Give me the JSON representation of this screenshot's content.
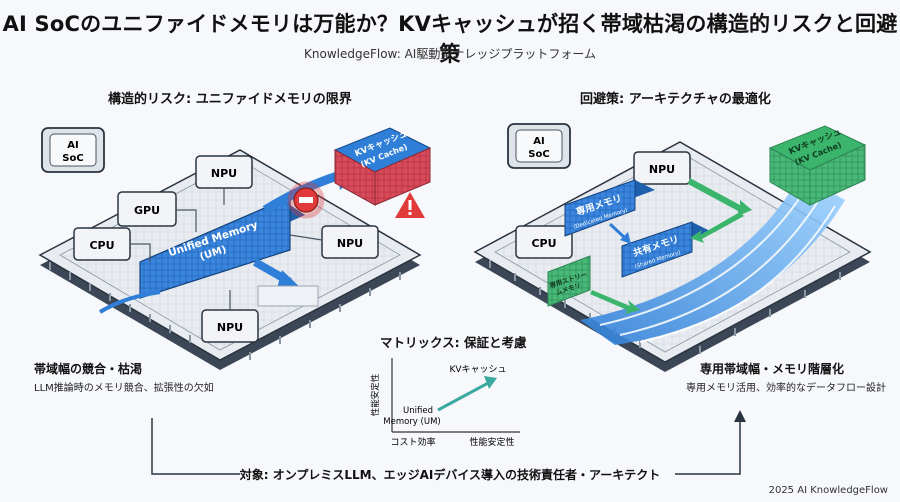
{
  "title": "AI SoCのユニファイドメモリは万能か？KVキャッシュが招く帯域枯渇の構造的リスクと回避策",
  "subtitle": "KnowledgeFlow: AI駆動型ナレッジプラットフォーム",
  "left": {
    "heading": "構造的リスク: ユニファイドメモリの限界",
    "chip_label": "AI SoC",
    "blocks": {
      "gpu": "GPU",
      "cpu": "CPU",
      "npu1": "NPU",
      "npu2": "NPU",
      "npu3": "NPU"
    },
    "um_line1": "Unified Memory",
    "um_line2": "(UM)",
    "kv_line1": "KVキャッシュ",
    "kv_line2": "(KV Cache)",
    "note_title": "帯域幅の競合・枯渇",
    "note_desc": "LLM推論時のメモリ競合、拡張性の欠如"
  },
  "right": {
    "heading": "回避策: アーキテクチャの最適化",
    "chip_label": "AI SoC",
    "cpu": "CPU",
    "npu": "NPU",
    "dedicated_mem": "専用メモリ",
    "dedicated_mem_sub": "(Dedicated Memory)",
    "shared_mem": "共有メモリ",
    "shared_mem_sub": "(Shared Memory)",
    "small_mem_line1": "専用ストリー",
    "small_mem_line2": "ムメモリ",
    "kv_line1": "KVキャッシュ",
    "kv_line2": "(KV Cache)",
    "note_title": "専用帯域幅・メモリ階層化",
    "note_desc": "専用メモリ活用、効率的なデータフロー設計"
  },
  "matrix": {
    "title": "マトリックス: 保証と考慮",
    "ylabel": "性能安定性",
    "xlabel_left": "コスト効率",
    "xlabel_right": "性能安定性",
    "point_start_line1": "Unified",
    "point_start_line2": "Memory (UM)",
    "point_end": "KVキャッシュ"
  },
  "target": "対象: オンプレミスLLM、エッジAIデバイス導入の技術責任者・アーキテクト",
  "footer": "2025 AI KnowledgeFlow",
  "colors": {
    "blue": "#2f7fd8",
    "red": "#e03a3a",
    "green": "#3bb56b",
    "navy": "#1d3a63"
  }
}
